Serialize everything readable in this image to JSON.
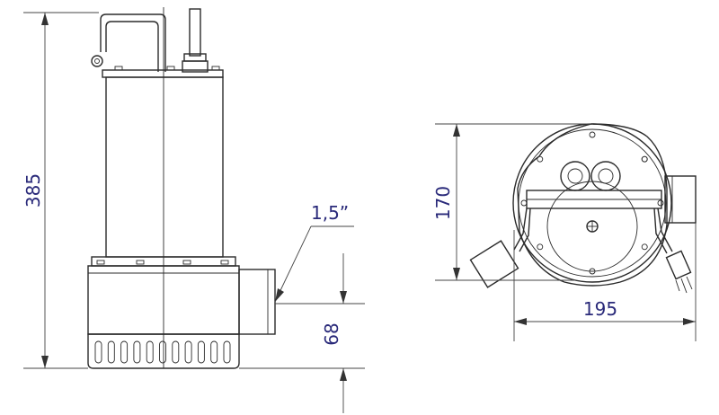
{
  "dimensions": {
    "total_height": "385",
    "outlet_size": "1,5”",
    "outlet_height": "68",
    "top_view_height": "170",
    "top_view_width": "195"
  },
  "colors": {
    "dimension_text": "#2a2a7a",
    "line": "#2b2b2b",
    "background": "#ffffff"
  }
}
